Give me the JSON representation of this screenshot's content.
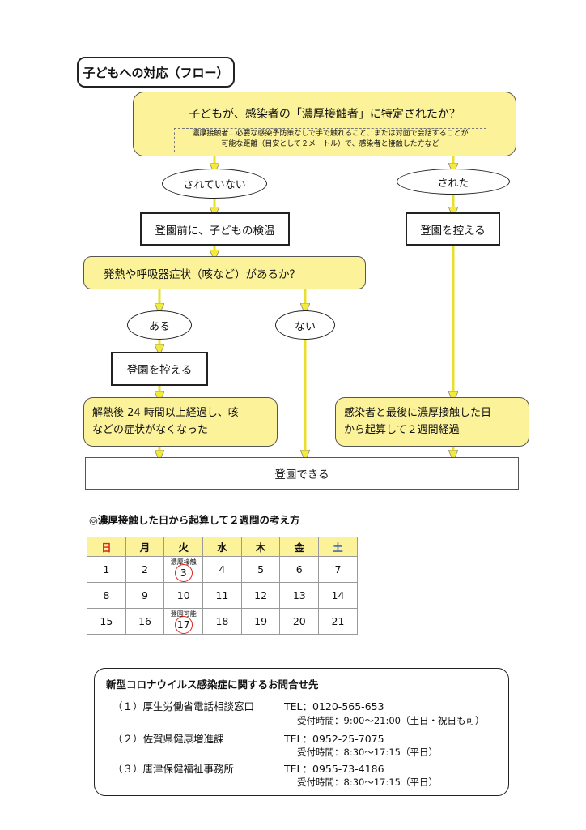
{
  "title": "子どもへの対応（フロー）",
  "flow": {
    "q1": "子どもが、感染者の「濃厚接触者」に特定されたか？",
    "note_line1": "濃厚接触者…必要な感染予防策なしで手で触れること、または対面で会話することが",
    "note_line2": "可能な距離（目安として２メートル）で、感染者と接触した方など",
    "not_identified": "されていない",
    "identified": "された",
    "check_temp": "登園前に、子どもの検温",
    "refrain_right": "登園を控える",
    "q2": "発熱や呼吸器症状（咳など）があるか？",
    "yes": "ある",
    "no": "ない",
    "refrain_left": "登園を控える",
    "result_left_1": "解熱後 24 時間以上経過し、咳",
    "result_left_2": "などの症状がなくなった",
    "result_right_1": "感染者と最後に濃厚接触した日",
    "result_right_2": "から起算して２週間経過",
    "final": "登園できる"
  },
  "calendar": {
    "heading": "◎濃厚接触した日から起算して２週間の考え方",
    "days": [
      "日",
      "月",
      "火",
      "水",
      "木",
      "金",
      "土"
    ],
    "weeks": [
      [
        "1",
        "2",
        "3",
        "4",
        "5",
        "6",
        "7"
      ],
      [
        "8",
        "9",
        "10",
        "11",
        "12",
        "13",
        "14"
      ],
      [
        "15",
        "16",
        "17",
        "18",
        "19",
        "20",
        "21"
      ]
    ],
    "tag_contact": "濃厚接触",
    "tag_return": "登園可能",
    "colors": {
      "header_bg": "#fbf29a",
      "sunday": "#d7261f",
      "saturday": "#2a55b7",
      "circle": "#dd2222"
    }
  },
  "contact": {
    "heading": "新型コロナウイルス感染症に関するお問合せ先",
    "rows": [
      {
        "name": "（１）厚生労働省電話相談窓口",
        "tel": "TEL：0120-565-653",
        "hours": "受付時間：9:00～21:00（土日・祝日も可）"
      },
      {
        "name": "（２）佐賀県健康増進課",
        "tel": "TEL：0952-25-7075",
        "hours": "受付時間：8:30～17:15（平日）"
      },
      {
        "name": "（３）唐津保健福祉事務所",
        "tel": "TEL：0955-73-4186",
        "hours": "受付時間：8:30～17:15（平日）"
      }
    ]
  }
}
